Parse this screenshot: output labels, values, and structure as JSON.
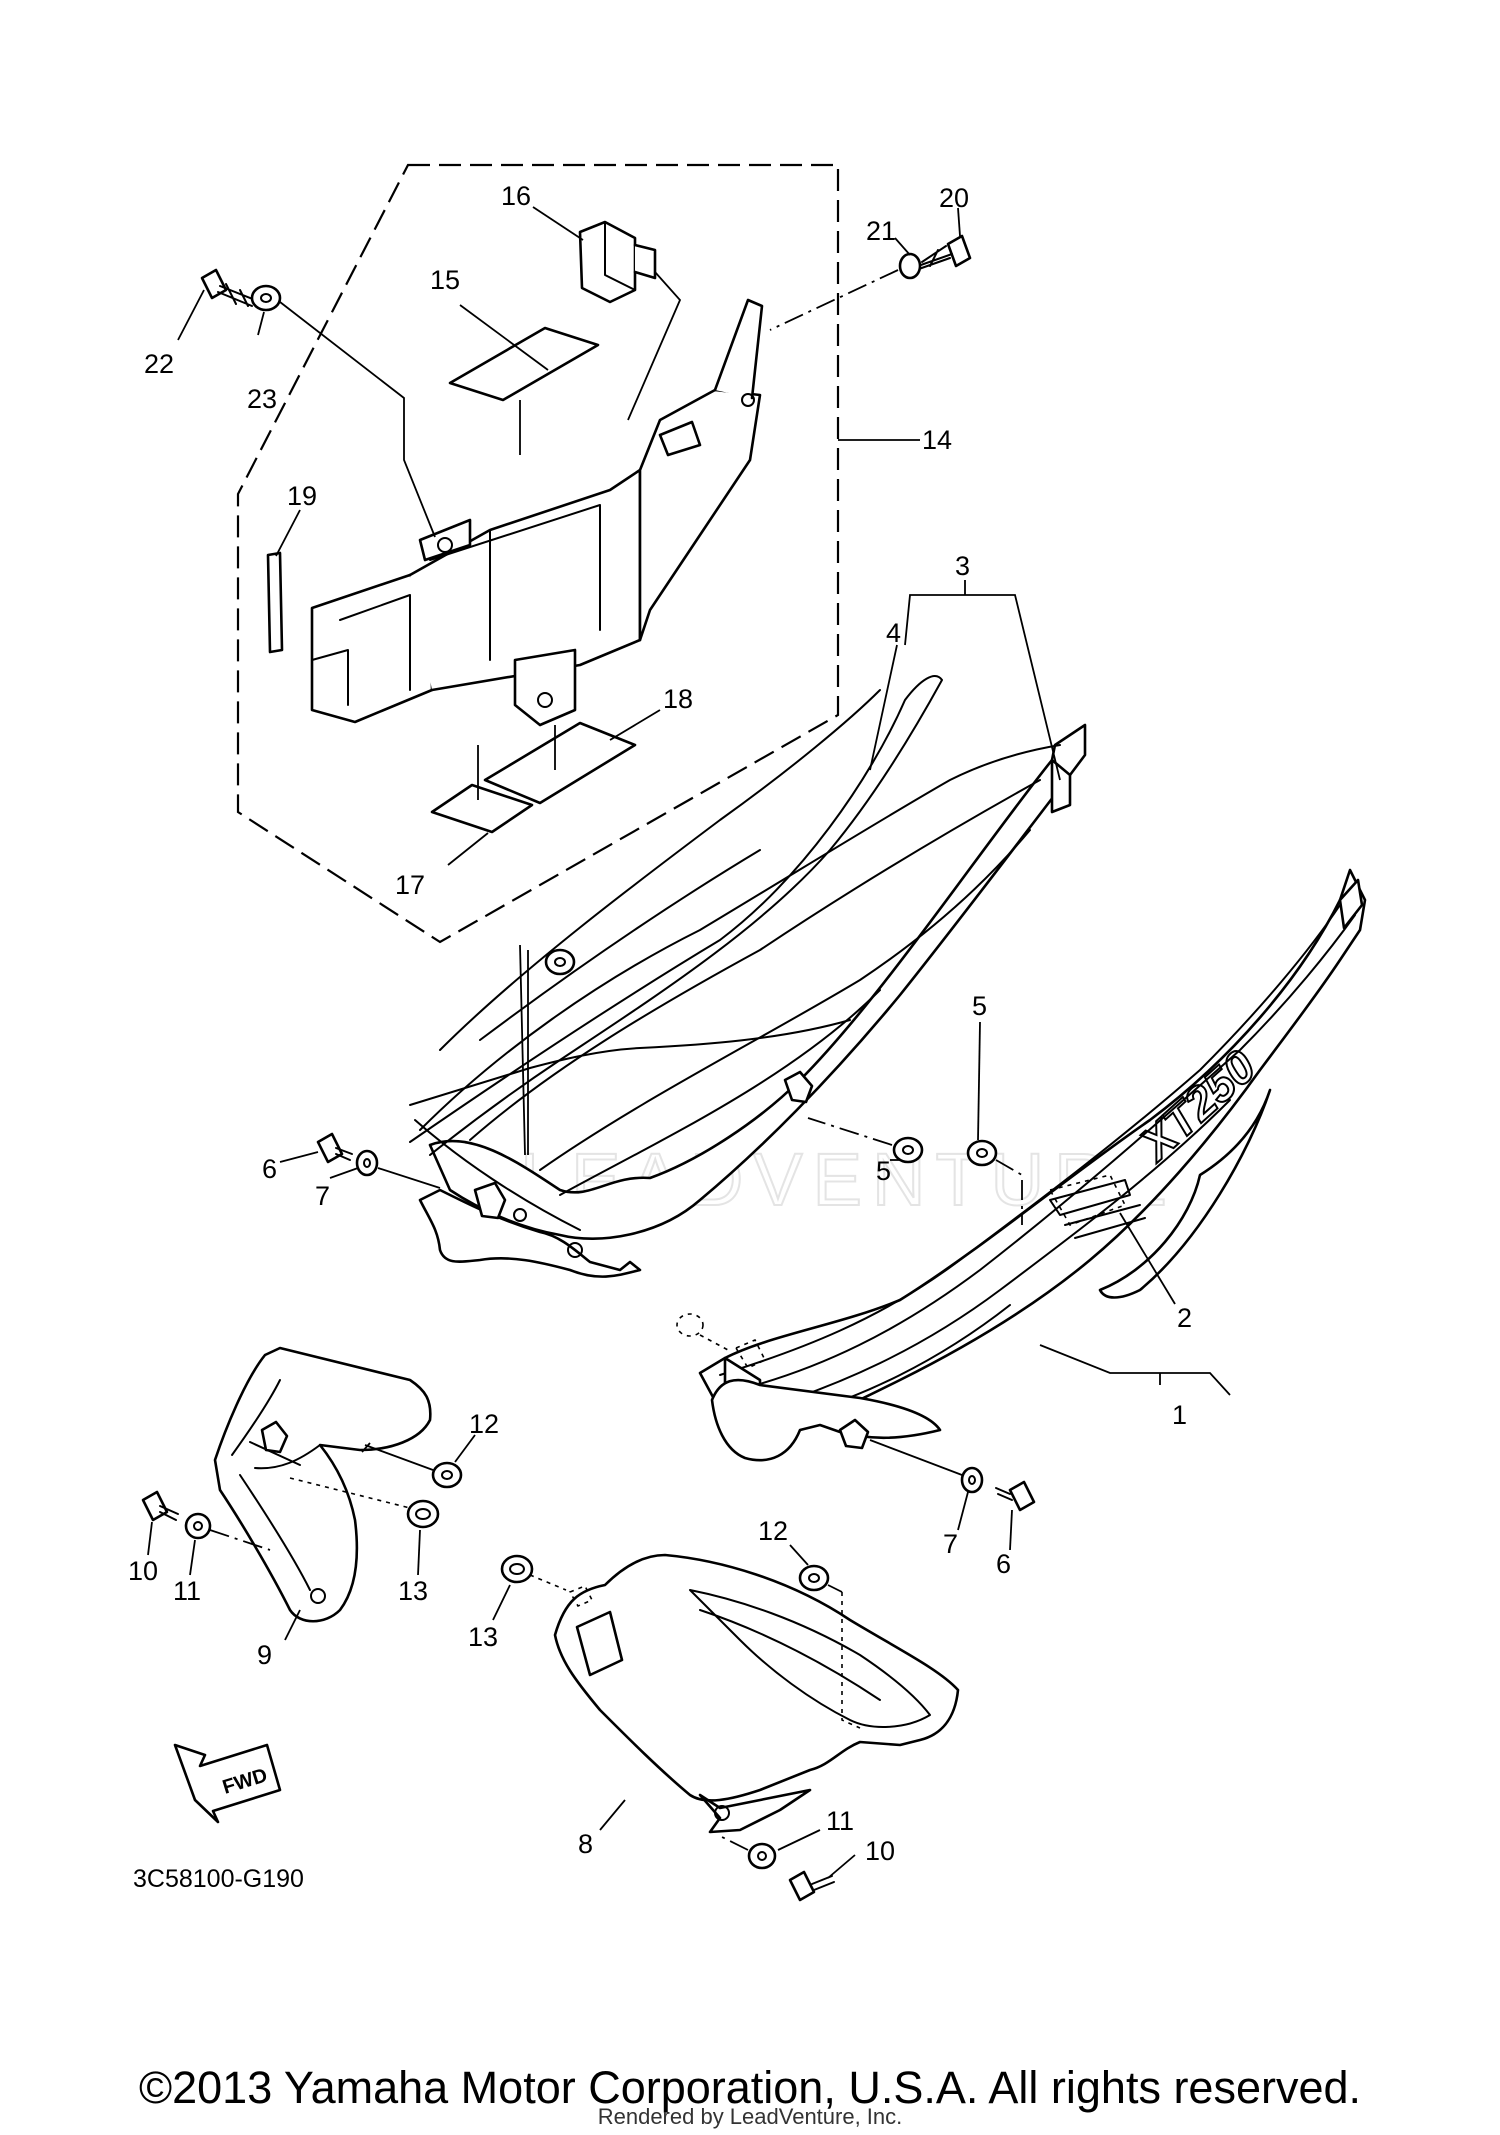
{
  "diagram": {
    "callouts": [
      {
        "id": "c1",
        "text": "1"
      },
      {
        "id": "c2",
        "text": "2"
      },
      {
        "id": "c3",
        "text": "3"
      },
      {
        "id": "c4",
        "text": "4"
      },
      {
        "id": "c5a",
        "text": "5"
      },
      {
        "id": "c5b",
        "text": "5"
      },
      {
        "id": "c6a",
        "text": "6"
      },
      {
        "id": "c6b",
        "text": "6"
      },
      {
        "id": "c7a",
        "text": "7"
      },
      {
        "id": "c7b",
        "text": "7"
      },
      {
        "id": "c8",
        "text": "8"
      },
      {
        "id": "c9",
        "text": "9"
      },
      {
        "id": "c10a",
        "text": "10"
      },
      {
        "id": "c10b",
        "text": "10"
      },
      {
        "id": "c11a",
        "text": "11"
      },
      {
        "id": "c11b",
        "text": "11"
      },
      {
        "id": "c12a",
        "text": "12"
      },
      {
        "id": "c12b",
        "text": "12"
      },
      {
        "id": "c13a",
        "text": "13"
      },
      {
        "id": "c13b",
        "text": "13"
      },
      {
        "id": "c14",
        "text": "14"
      },
      {
        "id": "c15",
        "text": "15"
      },
      {
        "id": "c16",
        "text": "16"
      },
      {
        "id": "c17",
        "text": "17"
      },
      {
        "id": "c18",
        "text": "18"
      },
      {
        "id": "c19",
        "text": "19"
      },
      {
        "id": "c20",
        "text": "20"
      },
      {
        "id": "c21",
        "text": "21"
      },
      {
        "id": "c22",
        "text": "22"
      },
      {
        "id": "c23",
        "text": "23"
      }
    ],
    "fwd_label": "FWD",
    "cover_logo": "XT250",
    "watermark": "LEADVENTURE",
    "code": "3C58100-G190"
  },
  "footer": {
    "copyright": "©2013 Yamaha Motor Corporation, U.S.A. All rights reserved.",
    "rendered_by": "Rendered by LeadVenture, Inc."
  }
}
